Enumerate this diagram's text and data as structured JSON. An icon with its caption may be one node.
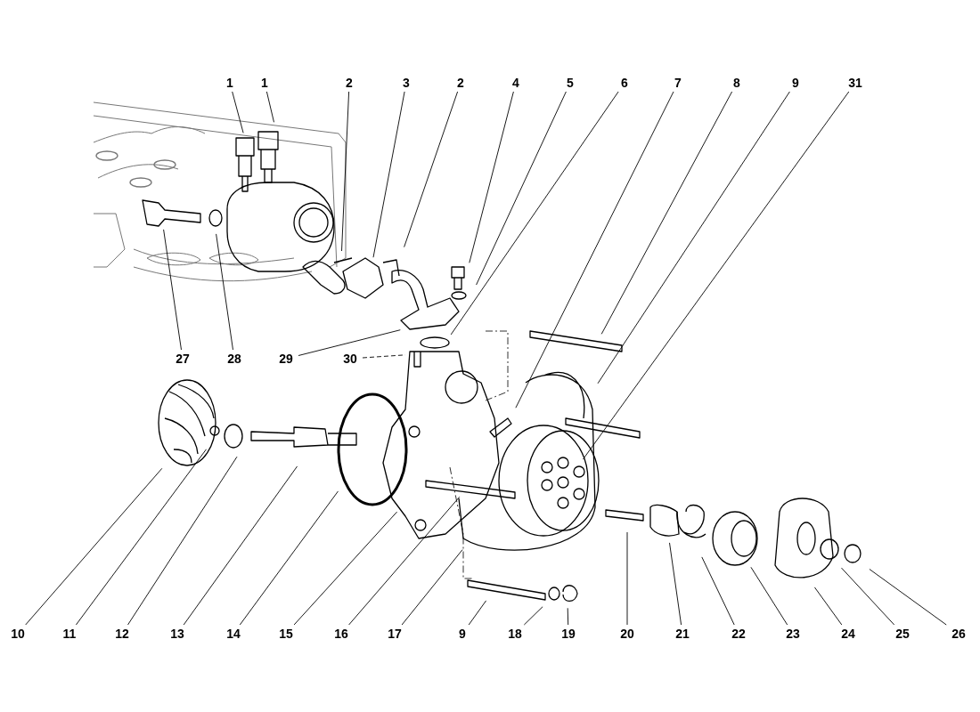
{
  "diagram": {
    "nodes": [
      {
        "text": [
          "1"
        ]
      },
      {
        "text": [
          "1"
        ]
      },
      {
        "text": [
          "2"
        ]
      },
      {
        "text": [
          "3"
        ]
      },
      {
        "text": [
          "2"
        ]
      },
      {
        "text": [
          "4"
        ]
      },
      {
        "text": [
          "5"
        ]
      },
      {
        "text": [
          "6"
        ]
      },
      {
        "text": [
          "7"
        ]
      },
      {
        "text": [
          "8"
        ]
      },
      {
        "text": [
          "9"
        ]
      },
      {
        "text": [
          "31"
        ]
      },
      {
        "text": [
          "27"
        ]
      },
      {
        "text": [
          "28"
        ]
      },
      {
        "text": [
          "29"
        ]
      },
      {
        "text": [
          "30"
        ]
      },
      {
        "text": [
          "10"
        ]
      },
      {
        "text": [
          "11"
        ]
      },
      {
        "text": [
          "12"
        ]
      },
      {
        "text": [
          "13"
        ]
      },
      {
        "text": [
          "14"
        ]
      },
      {
        "text": [
          "15"
        ]
      },
      {
        "text": [
          "16"
        ]
      },
      {
        "text": [
          "17"
        ]
      },
      {
        "text": [
          "9"
        ]
      },
      {
        "text": [
          "18"
        ]
      },
      {
        "text": [
          "19"
        ]
      },
      {
        "text": [
          "20"
        ]
      },
      {
        "text": [
          "21"
        ]
      },
      {
        "text": [
          "22"
        ]
      },
      {
        "text": [
          "23"
        ]
      },
      {
        "text": [
          "24"
        ]
      },
      {
        "text": [
          "25"
        ]
      },
      {
        "text": [
          "26"
        ]
      }
    ],
    "edges": [
      {
        "from": 0,
        "to": null,
        "arrow": "none"
      },
      {
        "from": 1,
        "to": null,
        "arrow": "none"
      },
      {
        "from": 2,
        "to": null,
        "arrow": "none"
      },
      {
        "from": 3,
        "to": null,
        "arrow": "none"
      },
      {
        "from": 4,
        "to": null,
        "arrow": "none"
      },
      {
        "from": 5,
        "to": null,
        "arrow": "none"
      },
      {
        "from": 6,
        "to": null,
        "arrow": "none"
      },
      {
        "from": 7,
        "to": null,
        "arrow": "none"
      },
      {
        "from": 8,
        "to": null,
        "arrow": "none"
      },
      {
        "from": 9,
        "to": null,
        "arrow": "none"
      },
      {
        "from": 10,
        "to": null,
        "arrow": "none"
      },
      {
        "from": 11,
        "to": null,
        "arrow": "none"
      },
      {
        "from": 12,
        "to": null,
        "arrow": "none"
      },
      {
        "from": 13,
        "to": null,
        "arrow": "none"
      },
      {
        "from": 14,
        "to": null,
        "arrow": "none"
      },
      {
        "from": 15,
        "to": null,
        "arrow": "none",
        "style": "dashed"
      },
      {
        "from": 16,
        "to": null,
        "arrow": "none"
      },
      {
        "from": 17,
        "to": null,
        "arrow": "none"
      },
      {
        "from": 18,
        "to": null,
        "arrow": "none"
      },
      {
        "from": 19,
        "to": null,
        "arrow": "none"
      },
      {
        "from": 20,
        "to": null,
        "arrow": "none"
      },
      {
        "from": 21,
        "to": null,
        "arrow": "none"
      },
      {
        "from": 22,
        "to": null,
        "arrow": "none"
      },
      {
        "from": 23,
        "to": null,
        "arrow": "none"
      },
      {
        "from": 24,
        "to": null,
        "arrow": "none"
      },
      {
        "from": 25,
        "to": null,
        "arrow": "none"
      },
      {
        "from": 26,
        "to": null,
        "arrow": "none"
      },
      {
        "from": 27,
        "to": null,
        "arrow": "none"
      },
      {
        "from": 28,
        "to": null,
        "arrow": "none"
      },
      {
        "from": 29,
        "to": null,
        "arrow": "none"
      },
      {
        "from": 30,
        "to": null,
        "arrow": "none"
      },
      {
        "from": 31,
        "to": null,
        "arrow": "none"
      },
      {
        "from": 32,
        "to": null,
        "arrow": "none"
      },
      {
        "from": 33,
        "to": null,
        "arrow": "none"
      }
    ]
  }
}
